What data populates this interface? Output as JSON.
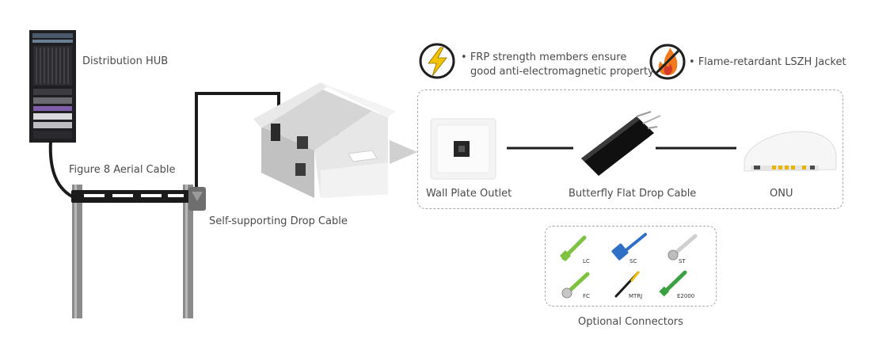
{
  "labels": {
    "hub": "Distribution HUB",
    "figure8": "Figure 8 Aerial Cable",
    "self_supporting": "Self-supporting Drop Cable",
    "wall_plate": "Wall Plate Outlet",
    "butterfly": "Butterfly Flat Drop Cable",
    "onu": "ONU",
    "optional": "Optional Connectors"
  },
  "features": [
    {
      "bullet": "•",
      "line1": "FRP strength members ensure",
      "line2": "good anti-electromagnetic property",
      "icon": "lightning-no-icon"
    },
    {
      "bullet": "•",
      "line1": "Flame-retardant LSZH Jacket",
      "line2": "",
      "icon": "fire-no-icon"
    }
  ],
  "connectors": [
    "LC",
    "SC",
    "ST",
    "FC",
    "MTRJ",
    "E2000"
  ],
  "colors": {
    "accent_yellow": "#f2c200",
    "prohibit_red": "#d33a2c",
    "flame_orange": "#f07a1c",
    "lc_green": "#7fc241",
    "sc_blue": "#2f6fc6",
    "e2000_green": "#3aa142",
    "cable_black": "#1b1b1b",
    "pole_gray": "#8b8b8b"
  }
}
